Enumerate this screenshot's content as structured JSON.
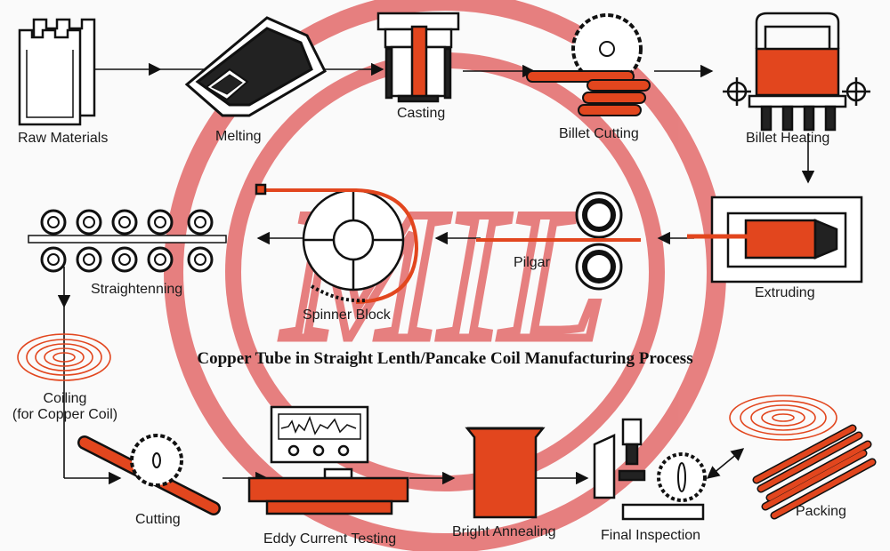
{
  "title": "Copper Tube in Straight Lenth/Pancake Coil Manufacturing Process",
  "watermark": "MIL",
  "colors": {
    "accent": "#e2461e",
    "line": "#111111",
    "watermark": "#e36a6a"
  },
  "steps": [
    {
      "id": "raw-materials",
      "label": "Raw Materials"
    },
    {
      "id": "melting",
      "label": "Melting"
    },
    {
      "id": "casting",
      "label": "Casting"
    },
    {
      "id": "billet-cutting",
      "label": "Billet Cutting"
    },
    {
      "id": "billet-heating",
      "label": "Billet Heating"
    },
    {
      "id": "extruding",
      "label": "Extruding"
    },
    {
      "id": "pilgar",
      "label": "Pilgar"
    },
    {
      "id": "spinner-block",
      "label": "Spinner Block"
    },
    {
      "id": "straightenning",
      "label": "Straightenning"
    },
    {
      "id": "coiling",
      "label": "Coiling\n(for Copper Coil)"
    },
    {
      "id": "cutting",
      "label": "Cutting"
    },
    {
      "id": "eddy-current-testing",
      "label": "Eddy Current Testing"
    },
    {
      "id": "bright-annealing",
      "label": "Bright Annealing"
    },
    {
      "id": "final-inspection",
      "label": "Final Inspection"
    },
    {
      "id": "packing",
      "label": "Packing"
    }
  ]
}
